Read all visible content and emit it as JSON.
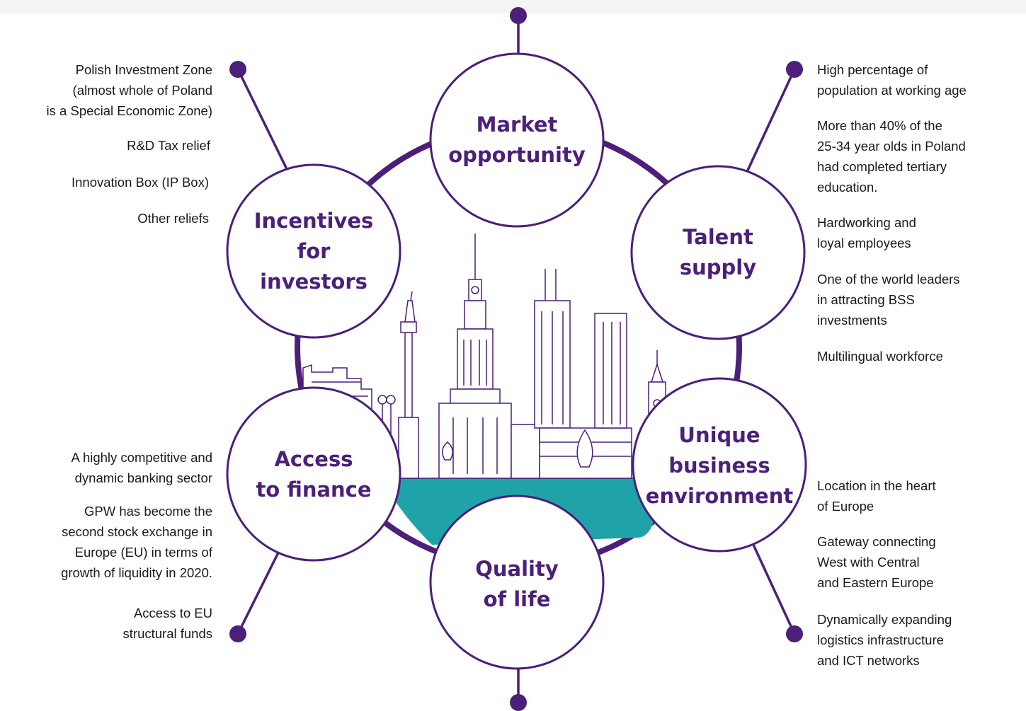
{
  "colors": {
    "accent": "#4b1f7a",
    "water": "#1fa3a8",
    "line": "#4b1f7a",
    "text": "#1a1a1a"
  },
  "circles": {
    "market": "Market\nopportunity",
    "talent": "Talent\nsupply",
    "unique": "Unique\nbusiness\nenvironment",
    "quality": "Quality\nof life",
    "finance": "Access\nto finance",
    "incentives": "Incentives\nfor\ninvestors"
  },
  "incentives_points": [
    "Polish Investment Zone\n(almost whole of Poland\nis a Special Economic Zone)",
    "R&D Tax relief",
    "Innovation Box (IP Box)",
    "Other reliefs"
  ],
  "talent_points": [
    "High percentage of\npopulation at working age",
    "More than 40% of the\n25-34 year olds in Poland\nhad completed tertiary\neducation.",
    "Hardworking and\nloyal employees",
    "One of the world leaders\nin attracting BSS\ninvestments",
    "Multilingual workforce"
  ],
  "finance_points": [
    "A highly competitive and\ndynamic banking sector",
    "GPW has become the\nsecond stock exchange in\nEurope (EU) in terms of\ngrowth of liquidity in 2020.",
    "Access to EU\nstructural funds"
  ],
  "unique_points": [
    "Location in the heart\nof Europe",
    "Gateway connecting\nWest with Central\nand Eastern Europe",
    "Dynamically expanding\nlogistics infrastructure\nand ICT networks"
  ]
}
